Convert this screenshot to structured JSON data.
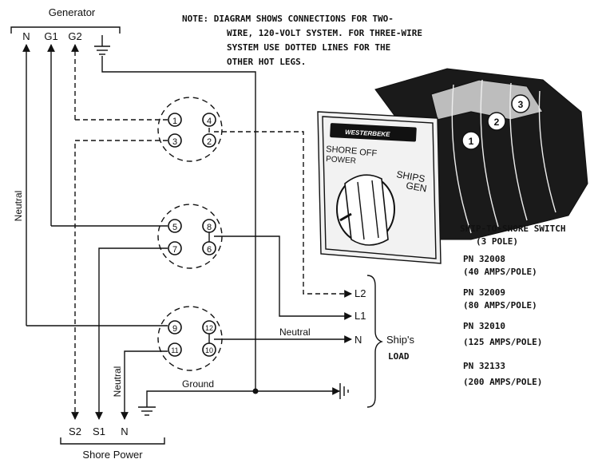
{
  "generator": {
    "label": "Generator",
    "terminals": [
      "N",
      "G1",
      "G2"
    ]
  },
  "shore_power": {
    "label": "Shore Power",
    "terminals": [
      "S2",
      "S1",
      "N"
    ]
  },
  "note": {
    "lines": [
      "NOTE: DIAGRAM SHOWS CONNECTIONS FOR TWO-",
      "WIRE, 120-VOLT SYSTEM. FOR THREE-WIRE",
      "SYSTEM USE DOTTED LINES FOR THE",
      "OTHER HOT LEGS."
    ]
  },
  "wire_labels": {
    "neutral_left": "Neutral",
    "neutral_load": "Neutral",
    "neutral_shore": "Neutral",
    "ground": "Ground"
  },
  "load": {
    "outputs": [
      "L2",
      "L1",
      "N"
    ],
    "label_line1": "Ship's",
    "label_line2": "LOAD"
  },
  "terminals": {
    "deck1": [
      "1",
      "4",
      "3",
      "2"
    ],
    "deck2": [
      "5",
      "8",
      "7",
      "6"
    ],
    "deck3": [
      "9",
      "12",
      "11",
      "10"
    ]
  },
  "switch_face": {
    "brand": "WESTERBEKE",
    "left_label_top": "SHORE",
    "left_label_bottom": "POWER",
    "top_label": "OFF",
    "right_label_top": "SHIPS",
    "right_label_bottom": "GEN",
    "deck_numbers": [
      "1",
      "2",
      "3"
    ]
  },
  "switch_info": {
    "title": "SHIP-TO-SHORE SWITCH",
    "subtitle": "(3 POLE)",
    "models": [
      {
        "pn": "PN 32008",
        "rating": "(40 AMPS/POLE)"
      },
      {
        "pn": "PN 32009",
        "rating": "(80 AMPS/POLE)"
      },
      {
        "pn": "PN 32010",
        "rating": "(125 AMPS/POLE)"
      },
      {
        "pn": "PN 32133",
        "rating": "(200 AMPS/POLE)"
      }
    ]
  }
}
